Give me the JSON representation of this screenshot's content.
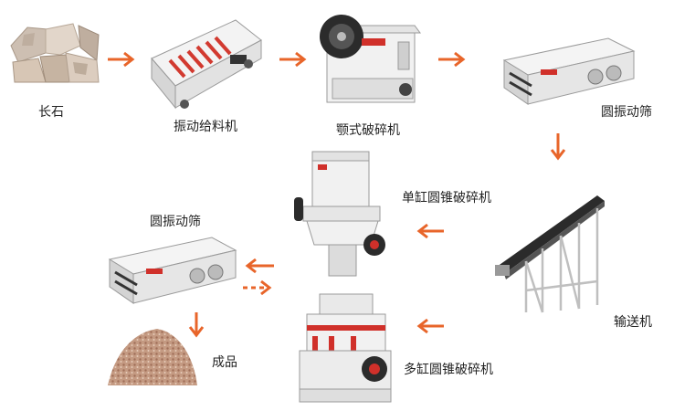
{
  "stages": {
    "feldspar": "长石",
    "vibrating_feeder": "振动给料机",
    "jaw_crusher": "颚式破碎机",
    "screen_1": "圆振动筛",
    "single_cone": "单缸圆锥破碎机",
    "conveyor": "输送机",
    "screen_2": "圆振动筛",
    "multi_cone": "多缸圆锥破碎机",
    "product": "成品"
  },
  "colors": {
    "arrow": "#e8652a",
    "machine_body": "#f1f1f1",
    "machine_dark": "#2b2b2b",
    "brand_red": "#d0302a"
  }
}
